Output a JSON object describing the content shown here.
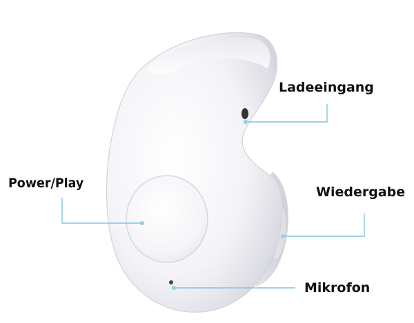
{
  "labels": {
    "charging_port": "Ladeeingang",
    "power_play": "Power/Play",
    "speaker": "Wiedergabe",
    "microphone": "Mikrofon"
  },
  "colors": {
    "leader_line": "#7fc4df",
    "leader_dot": "#8fd0ea",
    "label_text": "#111111",
    "body_white": "#ffffff"
  }
}
